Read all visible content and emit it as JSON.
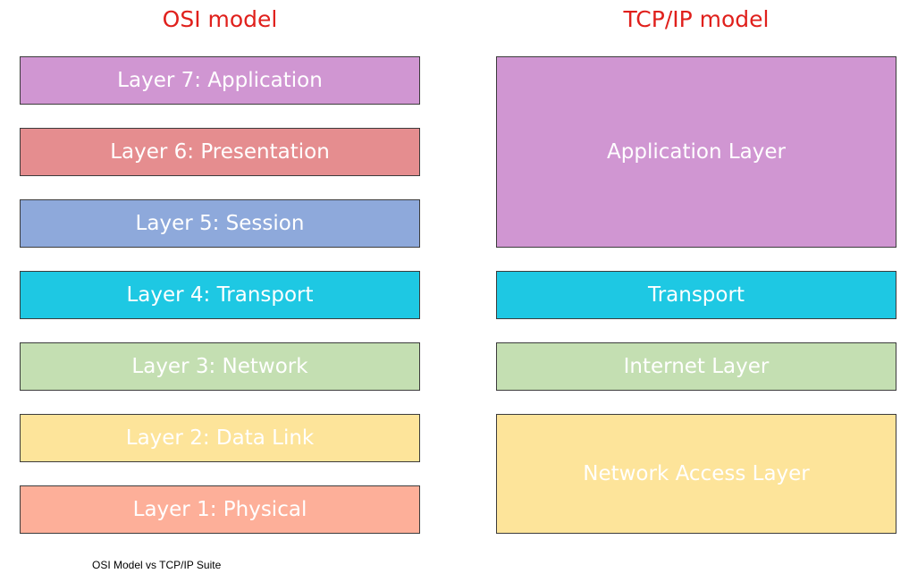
{
  "osi": {
    "title": "OSI model",
    "layers": [
      {
        "label": "Layer 7: Application"
      },
      {
        "label": "Layer 6: Presentation"
      },
      {
        "label": "Layer 5: Session"
      },
      {
        "label": "Layer 4: Transport"
      },
      {
        "label": "Layer 3: Network"
      },
      {
        "label": "Layer 2: Data Link"
      },
      {
        "label": "Layer 1: Physical"
      }
    ]
  },
  "tcpip": {
    "title": "TCP/IP model",
    "layers": [
      {
        "label": "Application Layer"
      },
      {
        "label": "Transport"
      },
      {
        "label": "Internet Layer"
      },
      {
        "label": "Network Access Layer"
      }
    ]
  },
  "caption": "OSI Model vs TCP/IP Suite",
  "colors": {
    "heading": "#e0201c",
    "application": "#d096d2",
    "presentation": "#e58d8f",
    "session": "#8ea9db",
    "transport": "#1ec8e3",
    "network": "#c4dfb2",
    "data_link": "#fde49a",
    "physical": "#fdaf99"
  }
}
